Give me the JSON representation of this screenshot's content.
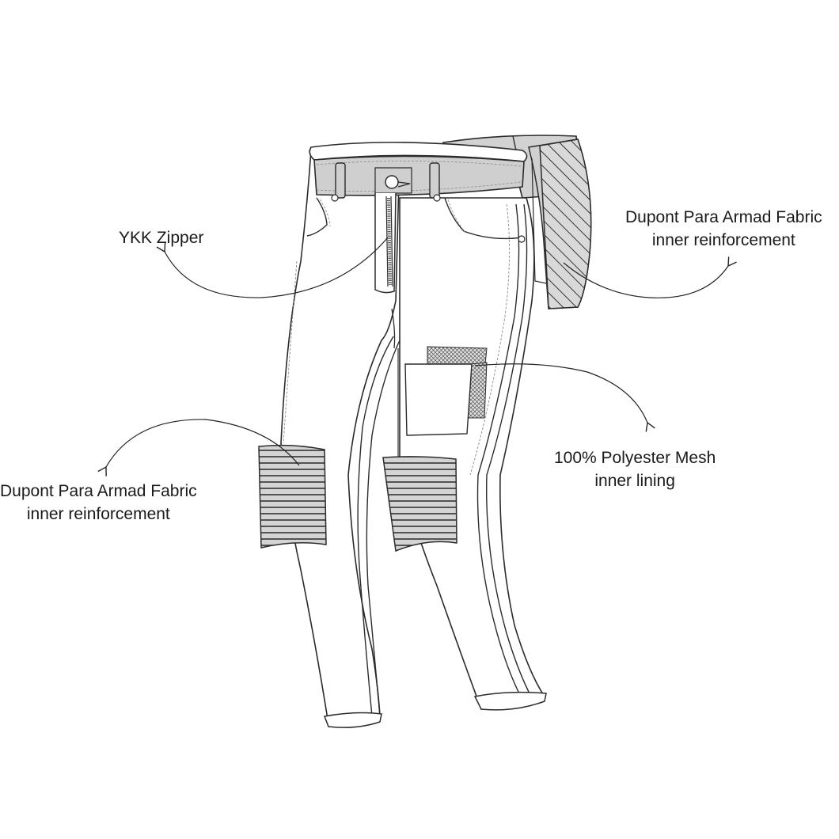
{
  "callouts": {
    "zipper": {
      "line1": "YKK Zipper"
    },
    "hip": {
      "line1": "Dupont Para Armad Fabric",
      "line2": "inner reinforcement"
    },
    "mesh": {
      "line1": "100% Polyester Mesh",
      "line2": "inner lining"
    },
    "knee": {
      "line1": "Dupont Para Armad Fabric",
      "line2": "inner reinforcement"
    }
  },
  "colors": {
    "outline": "#2b2b2b",
    "waistband": "#cfcfcf",
    "reinforcement_fill": "#d4d4d4",
    "mesh_fill": "#c8c8c8",
    "stitch": "#8a8a8a",
    "background": "#ffffff"
  },
  "icons": {
    "zipper": "zipper-teeth",
    "waist_button": "button-circle",
    "arrowhead": "open-arrowhead"
  }
}
